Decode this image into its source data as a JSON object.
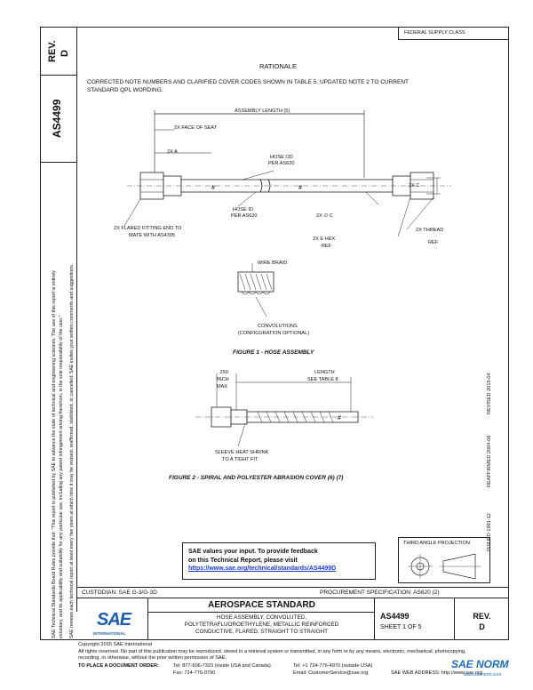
{
  "header": {
    "rev_label": "REV.",
    "rev_value": "D",
    "doc_number": "AS4499",
    "stamp": "FEDERAL SUPPLY CLASS"
  },
  "rationale": {
    "title": "RATIONALE",
    "line1": "CORRECTED NOTE NUMBERS AND CLARIFIED COVER CODES SHOWN IN TABLE 5. UPDATED NOTE 2 TO CURRENT",
    "line2": "STANDARD QPL WORDING."
  },
  "figure1": {
    "assembly_length": "ASSEMBLY LENGTH (5)",
    "face_of_seat": "2X FACE OF SEAT",
    "two_x_a": "2X A",
    "hose_od_1": "HOSE OD",
    "hose_od_2": "PER AS620",
    "hose_id_1": "HOSE ID",
    "hose_id_2": "PER AS620",
    "two_x_c_right": "2X C",
    "two_x_c_mid": "2X ∅ C",
    "flared_1": "2X FLARED FITTING END TO",
    "flared_2": "MATE WITH AS4395",
    "thread_1": "2X THREAD",
    "thread_2": "REF",
    "hex_1": "2X E HEX",
    "hex_2": "REF",
    "wire_braid": "WIRE BRAID",
    "convolutions_1": "CONVOLUTIONS",
    "convolutions_2": "(CONFIGURATION OPTIONAL)",
    "caption": "FIGURE 1 - HOSE ASSEMBLY"
  },
  "figure2": {
    "dim_1": ".250",
    "dim_2": "INCH",
    "dim_3": "MAX",
    "length_1": "LENGTH",
    "length_2": "SEE TABLE 8",
    "sleeve_1": "SLEEVE HEAT SHRINK",
    "sleeve_2": "TO A TIGHT FIT",
    "caption": "FIGURE 2 - SPIRAL AND POLYESTER ABRASION COVER (6) (7)"
  },
  "right_margin": {
    "issued": "ISSUED 1991-12",
    "reaffirmed": "REAFFIRMED 2004-06",
    "revised": "REVISED 2015-04"
  },
  "feedback": {
    "line1": "SAE values your input. To provide feedback",
    "line2": "on this Technical Report, please visit",
    "url": "https://www.sae.org/technical/standards/AS4499D"
  },
  "projection": {
    "label": "THIRD ANGLE PROJECTION"
  },
  "title_block": {
    "custodian": "CUSTODIAN: SAE G-3/G-3D",
    "procurement": "PROCUREMENT SPECIFICATION: AS620 (2)",
    "standard": "AEROSPACE STANDARD",
    "title_line1": "HOSE ASSEMBLY, CONVOLUTED,",
    "title_line2": "POLYTETRAFLUOROETHYLENE, METALLIC REINFORCED",
    "title_line3": "CONDUCTIVE, FLARED, STRAIGHT TO STRAIGHT",
    "doc_number": "AS4499",
    "sheet": "SHEET 1 OF 5",
    "rev_label": "REV.",
    "rev_value": "D",
    "logo_text": "SAE",
    "logo_sub": "INTERNATIONAL"
  },
  "left_margin": {
    "line1": "SAE Technical Standards Board Rules provide that: \"This report is published by SAE to advance the state of technical and engineering sciences. The use of this report is entirely",
    "line2": "voluntary, and its applicability and suitability for any particular use, including any patent infringement arising therefrom, is the sole responsibility of the user.\"",
    "line3": "SAE reviews each technical report at least every five years at which time it may be revised, reaffirmed, stabilized, or cancelled. SAE invites your written comments and suggestions."
  },
  "footer": {
    "copyright": "Copyright 2015 SAE International",
    "rights_1": "All rights reserved. No part of this publication may be reproduced, stored in a retrieval system or transmitted, in any form or by any means, electronic, mechanical, photocopying,",
    "rights_2": "recording, or otherwise, without the prior written permission of SAE.",
    "order_label": "TO PLACE A DOCUMENT ORDER:",
    "tel_1": "Tel: 877-606-7323 (inside USA and Canada)",
    "tel_2": "Tel: +1 724-776-4970 (outside USA)",
    "fax": "Fax: 724-776-0790",
    "email": "Email: CustomerService@sae.org",
    "web": "SAE WEB ADDRESS: http://www.sae.org",
    "watermark": "SAE NORM",
    "watermark_sub": "www.saenorm.com"
  }
}
